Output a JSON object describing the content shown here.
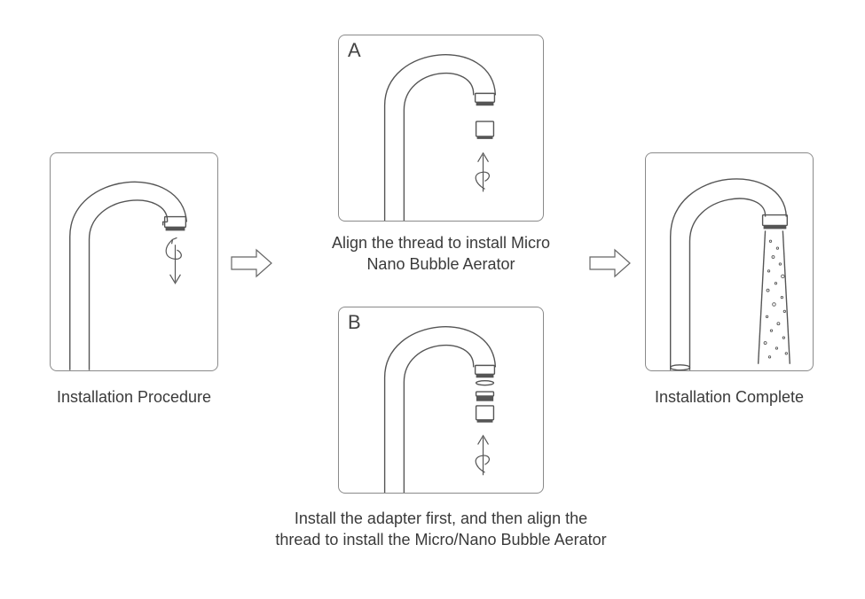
{
  "steps": {
    "start": {
      "caption": "Installation Procedure"
    },
    "option_a": {
      "letter": "A",
      "caption_line1": "Align the thread to install Micro",
      "caption_line2": "Nano Bubble Aerator"
    },
    "option_b": {
      "letter": "B",
      "caption_line1": "Install the adapter first, and then align the",
      "caption_line2": "thread to install the Micro/Nano Bubble Aerator"
    },
    "complete": {
      "caption": "Installation Complete"
    }
  },
  "colors": {
    "line": "#555555",
    "border": "#8a8a8a",
    "text": "#3a3a3a"
  },
  "icons": {
    "flow_arrow": "outlined-right-arrow",
    "rotate_unscrew": "rotate-down-arrow-icon",
    "rotate_screw": "rotate-up-arrow-icon"
  }
}
